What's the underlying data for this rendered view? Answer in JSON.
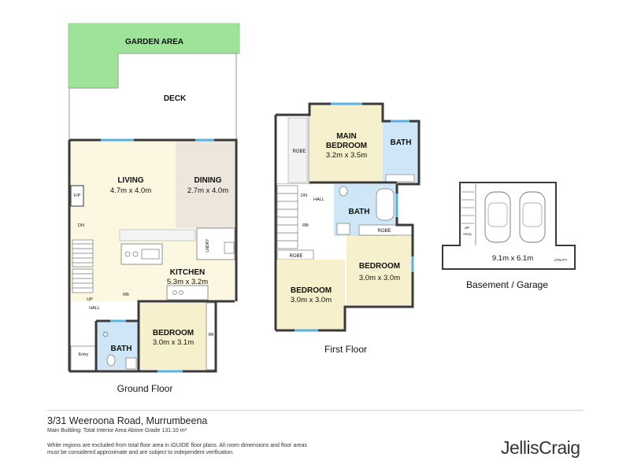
{
  "ground_floor": {
    "caption": "Ground Floor",
    "rooms": {
      "garden": "GARDEN AREA",
      "deck": "DECK",
      "living_name": "LIVING",
      "living_dim": "4.7m x 4.0m",
      "dining_name": "DINING",
      "dining_dim": "2.7m x 4.0m",
      "kitchen_name": "KITCHEN",
      "kitchen_dim": "5.3m x 3.2m",
      "bedroom_name": "BEDROOM",
      "bedroom_dim": "3.0m x 3.1m",
      "bath": "BATH"
    },
    "small_labels": {
      "fp": "F/P",
      "dn": "DN",
      "up": "UP",
      "hall": "HALL",
      "rb": "RB",
      "lndry": "LNDRY",
      "entry": "Entry",
      "rb2": "RB"
    }
  },
  "first_floor": {
    "caption": "First Floor",
    "rooms": {
      "main_bedroom_name_1": "MAIN",
      "main_bedroom_name_2": "BEDROOM",
      "main_bedroom_dim": "3.2m x 3.5m",
      "bath_top": "BATH",
      "bath_mid": "BATH",
      "bedroom_right_name": "BEDROOM",
      "bedroom_right_dim": "3.0m x 3.0m",
      "bedroom_left_name": "BEDROOM",
      "bedroom_left_dim": "3.0m x 3.0m"
    },
    "small_labels": {
      "robe": "ROBE",
      "dn": "DN",
      "hall": "HALL",
      "rb": "RB",
      "robe_left": "ROBE",
      "robe_right": "ROBE"
    }
  },
  "basement": {
    "caption": "Basement / Garage",
    "dim": "9.1m x 6.1m",
    "small_labels": {
      "up": "UP",
      "hall": "HALL",
      "util": "UTILITY"
    }
  },
  "footer": {
    "address": "3/31 Weeroona Road, Murrumbeena",
    "area": "Main Building: Total Interior Area Above Grade 131.10 m²",
    "disclaimer": "White regions are excluded from total floor area in iGUIDE floor plans. All room dimensions and floor areas must be considered approximate and are subject to independent verification.",
    "logo": "JellisCraig"
  },
  "colors": {
    "garden": "#9fe29a",
    "living": "#fbf7e1",
    "dining": "#ece6dc",
    "bedroom": "#f7f0cc",
    "bath": "#cfe6f6",
    "wall": "#3a3a3a",
    "window": "#5ab0e0"
  }
}
